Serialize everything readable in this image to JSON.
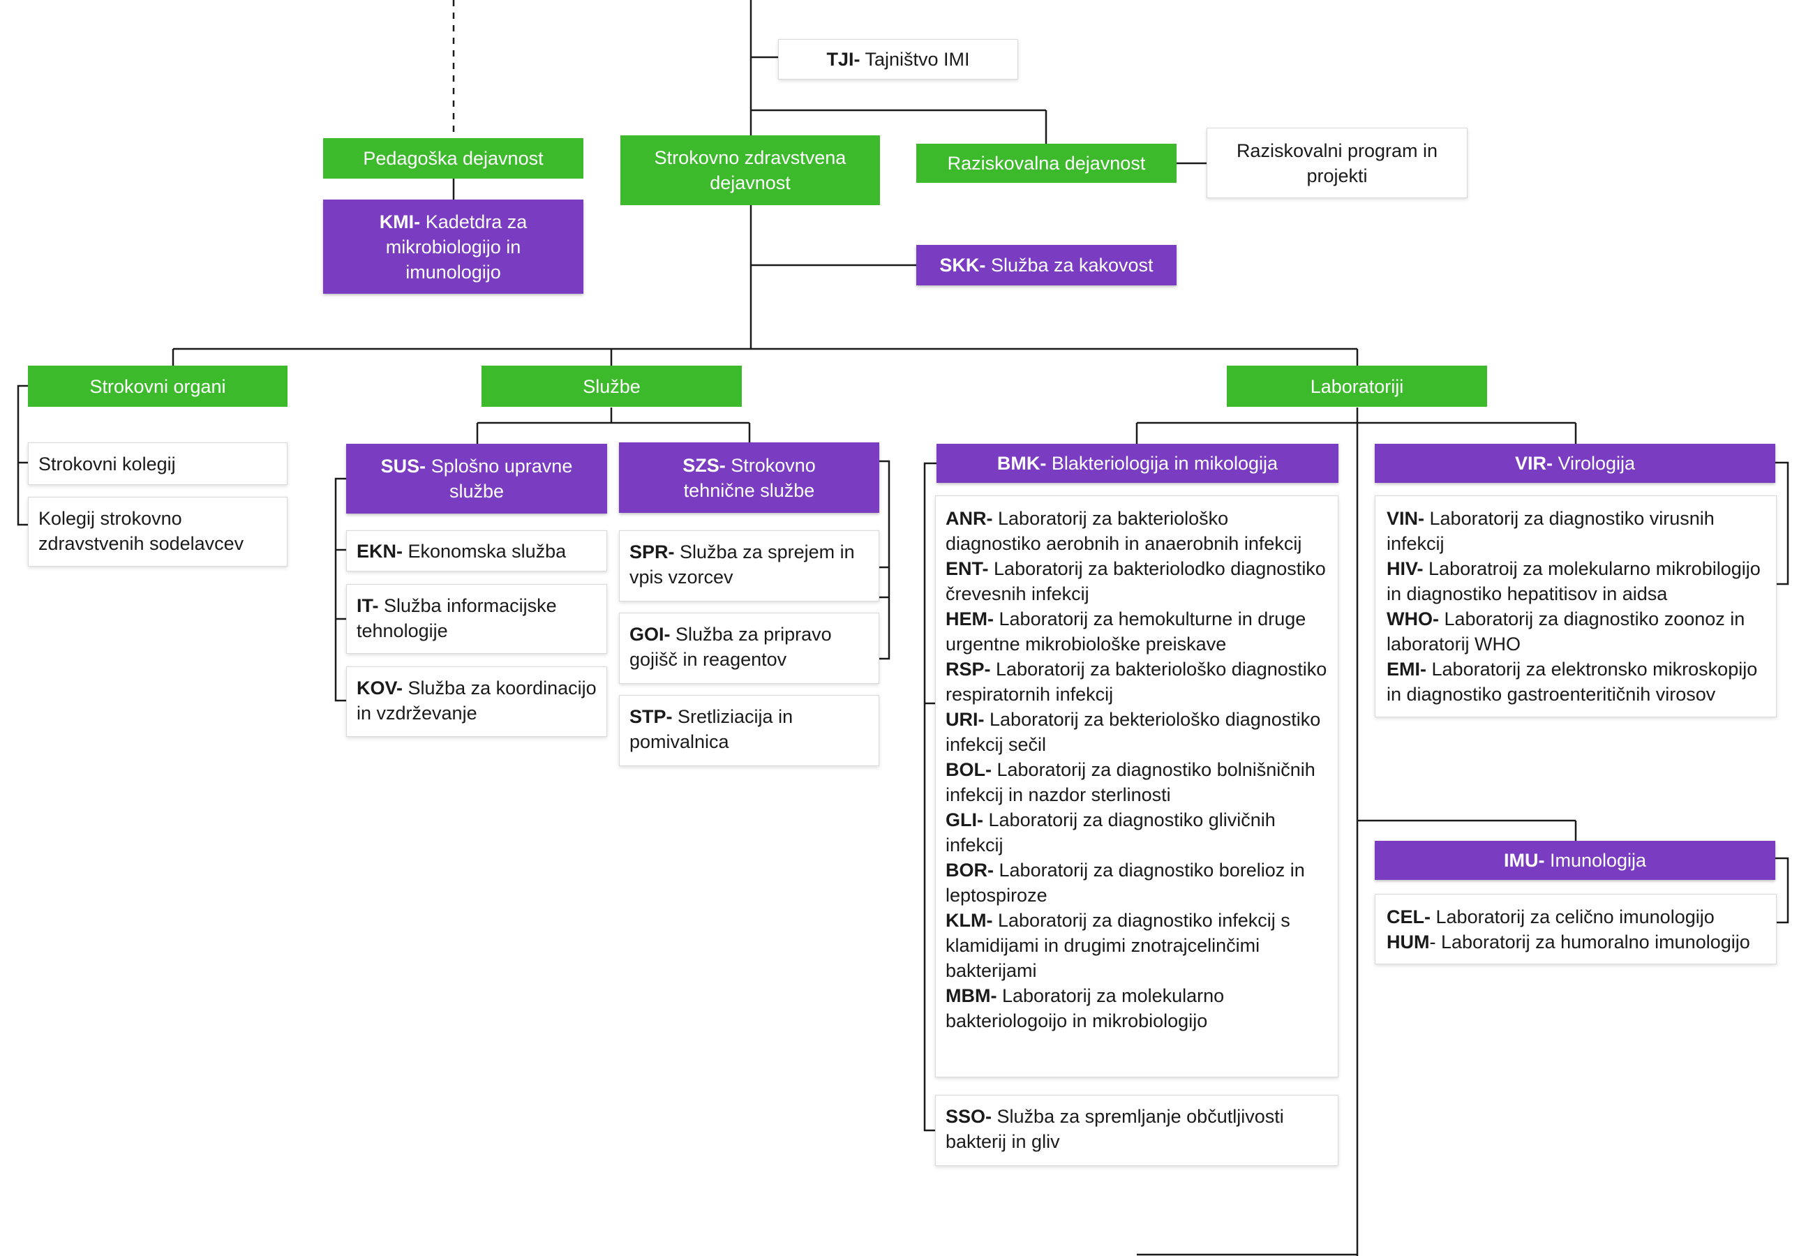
{
  "top": {
    "tji": {
      "code": "TJI-",
      "label": "Tajništvo IMI"
    }
  },
  "level1": {
    "pedagoska": "Pedagoška dejavnost",
    "strokovno": "Strokovno zdravstvena dejavnost",
    "raziskovalna": "Raziskovalna dejavnost",
    "raziskovalni_program": "Raziskovalni program in projekti",
    "kmi": {
      "code": "KMI-",
      "label": "Kadetdra za mikrobiologijo in imunologijo"
    },
    "skk": {
      "code": "SKK-",
      "label": "Služba za kakovost"
    }
  },
  "strokovni_organi": {
    "title": "Strokovni organi",
    "items": [
      "Strokovni kolegij",
      "Kolegij strokovno zdravstvenih sodelavcev"
    ]
  },
  "sluzbe": {
    "title": "Službe",
    "sus": {
      "code": "SUS-",
      "label": "Splošno upravne službe",
      "items": [
        {
          "code": "EKN-",
          "label": "Ekonomska služba"
        },
        {
          "code": "IT-",
          "label": "Služba informacijske tehnologije"
        },
        {
          "code": "KOV-",
          "label": "Služba za koordinacijo in vzdrževanje"
        }
      ]
    },
    "szs": {
      "code": "SZS-",
      "label": "Strokovno tehnične službe",
      "items": [
        {
          "code": "SPR-",
          "label": "Služba za sprejem in vpis vzorcev"
        },
        {
          "code": "GOI-",
          "label": "Služba za pripravo gojišč in reagentov"
        },
        {
          "code": "STP-",
          "label": "Sretliziacija in pomivalnica"
        }
      ]
    }
  },
  "laboratoriji": {
    "title": "Laboratoriji",
    "bmk": {
      "code": "BMK-",
      "label": "Blakteriologija in mikologija",
      "items": [
        {
          "code": "ANR-",
          "label": "Laboratorij za bakteriološko diagnostiko aerobnih in anaerobnih infekcij"
        },
        {
          "code": "ENT-",
          "label": "Laboratorij za bakteriolodko diagnostiko črevesnih infekcij"
        },
        {
          "code": "HEM-",
          "label": "Laboratorij za hemokulturne in druge urgentne mikrobiološke preiskave"
        },
        {
          "code": "RSP-",
          "label": "Laboratorij za bakteriološko diagnostiko respiratornih infekcij"
        },
        {
          "code": "URI-",
          "label": "Laboratorij za bekteriološko diagnostiko infekcij sečil"
        },
        {
          "code": "BOL-",
          "label": "Laboratorij za diagnostiko bolnišničnih infekcij in nazdor sterlinosti"
        },
        {
          "code": "GLI-",
          "label": "Laboratorij za diagnostiko glivičnih infekcij"
        },
        {
          "code": "BOR-",
          "label": "Laboratorij za diagnostiko borelioz in leptospiroze"
        },
        {
          "code": "KLM-",
          "label": "Laboratorij za diagnostiko infekcij s klamidijami in drugimi znotrajcelinčimi bakterijami"
        },
        {
          "code": "MBM-",
          "label": "Laboratorij za molekularno bakteriologoijo in mikrobiologijo"
        }
      ],
      "sso": {
        "code": "SSO-",
        "label": "Služba za spremljanje občutljivosti bakterij in gliv"
      }
    },
    "vir": {
      "code": "VIR-",
      "label": "Virologija",
      "items": [
        {
          "code": "VIN-",
          "label": "Laboratorij za diagnostiko virusnih infekcij"
        },
        {
          "code": "HIV-",
          "label": "Laboratroij za molekularno mikrobilogijo in diagnostiko hepatitisov in aidsa"
        },
        {
          "code": "WHO-",
          "label": "Laboratorij za diagnostiko zoonoz in laboratorij WHO"
        },
        {
          "code": "EMI-",
          "label": "Laboratorij za elektronsko mikroskopijo in diagnostiko gastroenteritičnih virosov"
        }
      ]
    },
    "imu": {
      "code": "IMU-",
      "label": "Imunologija",
      "items": [
        {
          "code": "CEL-",
          "label": "Laboratorij za celično imunologijo"
        },
        {
          "code": "HUM",
          "label": "- Laboratorij za humoralno imunologijo"
        }
      ]
    }
  },
  "colors": {
    "green": "#3dba2c",
    "purple": "#7a3cc0",
    "line": "#1a1a1a",
    "border": "#d9d9d9"
  }
}
